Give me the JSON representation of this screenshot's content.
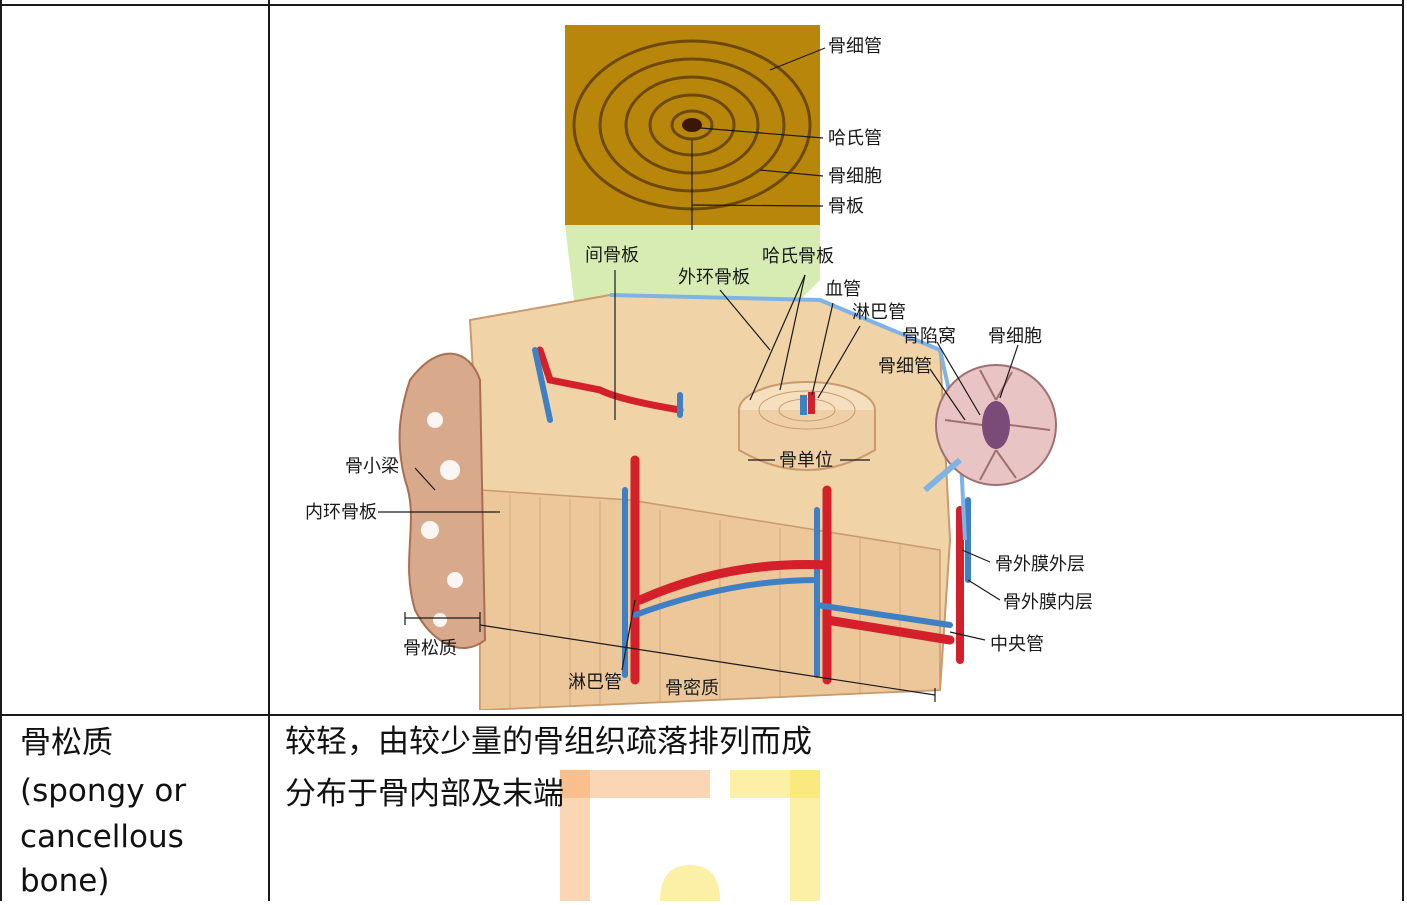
{
  "left_cell": {
    "term_zh": "骨松质",
    "term_en_line1": "(spongy or",
    "term_en_line2": "cancellous",
    "term_en_line3": "bone)"
  },
  "right_cell": {
    "line1": "较轻，由较少量的骨组织疏落排列而成",
    "line2": "分布于骨内部及末端"
  },
  "figure_labels": {
    "canaliculi_top": "骨细管",
    "haversian_canal": "哈氏管",
    "osteocyte_top": "骨细胞",
    "lamella": "骨板",
    "interstitial_lamellae": "间骨板",
    "haversian_lamellae": "哈氏骨板",
    "outer_circumferential": "外环骨板",
    "blood_vessel": "血管",
    "lymph_vessel_top": "淋巴管",
    "lacuna": "骨陷窝",
    "osteocyte_right": "骨细胞",
    "canaliculi_right": "骨细管",
    "trabeculae": "骨小梁",
    "inner_circumferential": "内环骨板",
    "osteon": "骨单位",
    "periosteum_outer": "骨外膜外层",
    "periosteum_inner": "骨外膜内层",
    "central_canal": "中央管",
    "spongy_bone": "骨松质",
    "lymph_vessel_bottom": "淋巴管",
    "compact_bone": "骨密质"
  },
  "colors": {
    "border": "#1a1a1a",
    "bone": "#f1d3a8",
    "bone_line": "#c99a6c",
    "micrograph": "#b8860b",
    "green_overlay": "#c9e59a",
    "artery": "#d3202a",
    "vein": "#3f7fc4",
    "spongy": "#d9a98c",
    "watermark_orange": "#f7a35c",
    "watermark_yellow": "#f7e35c"
  }
}
